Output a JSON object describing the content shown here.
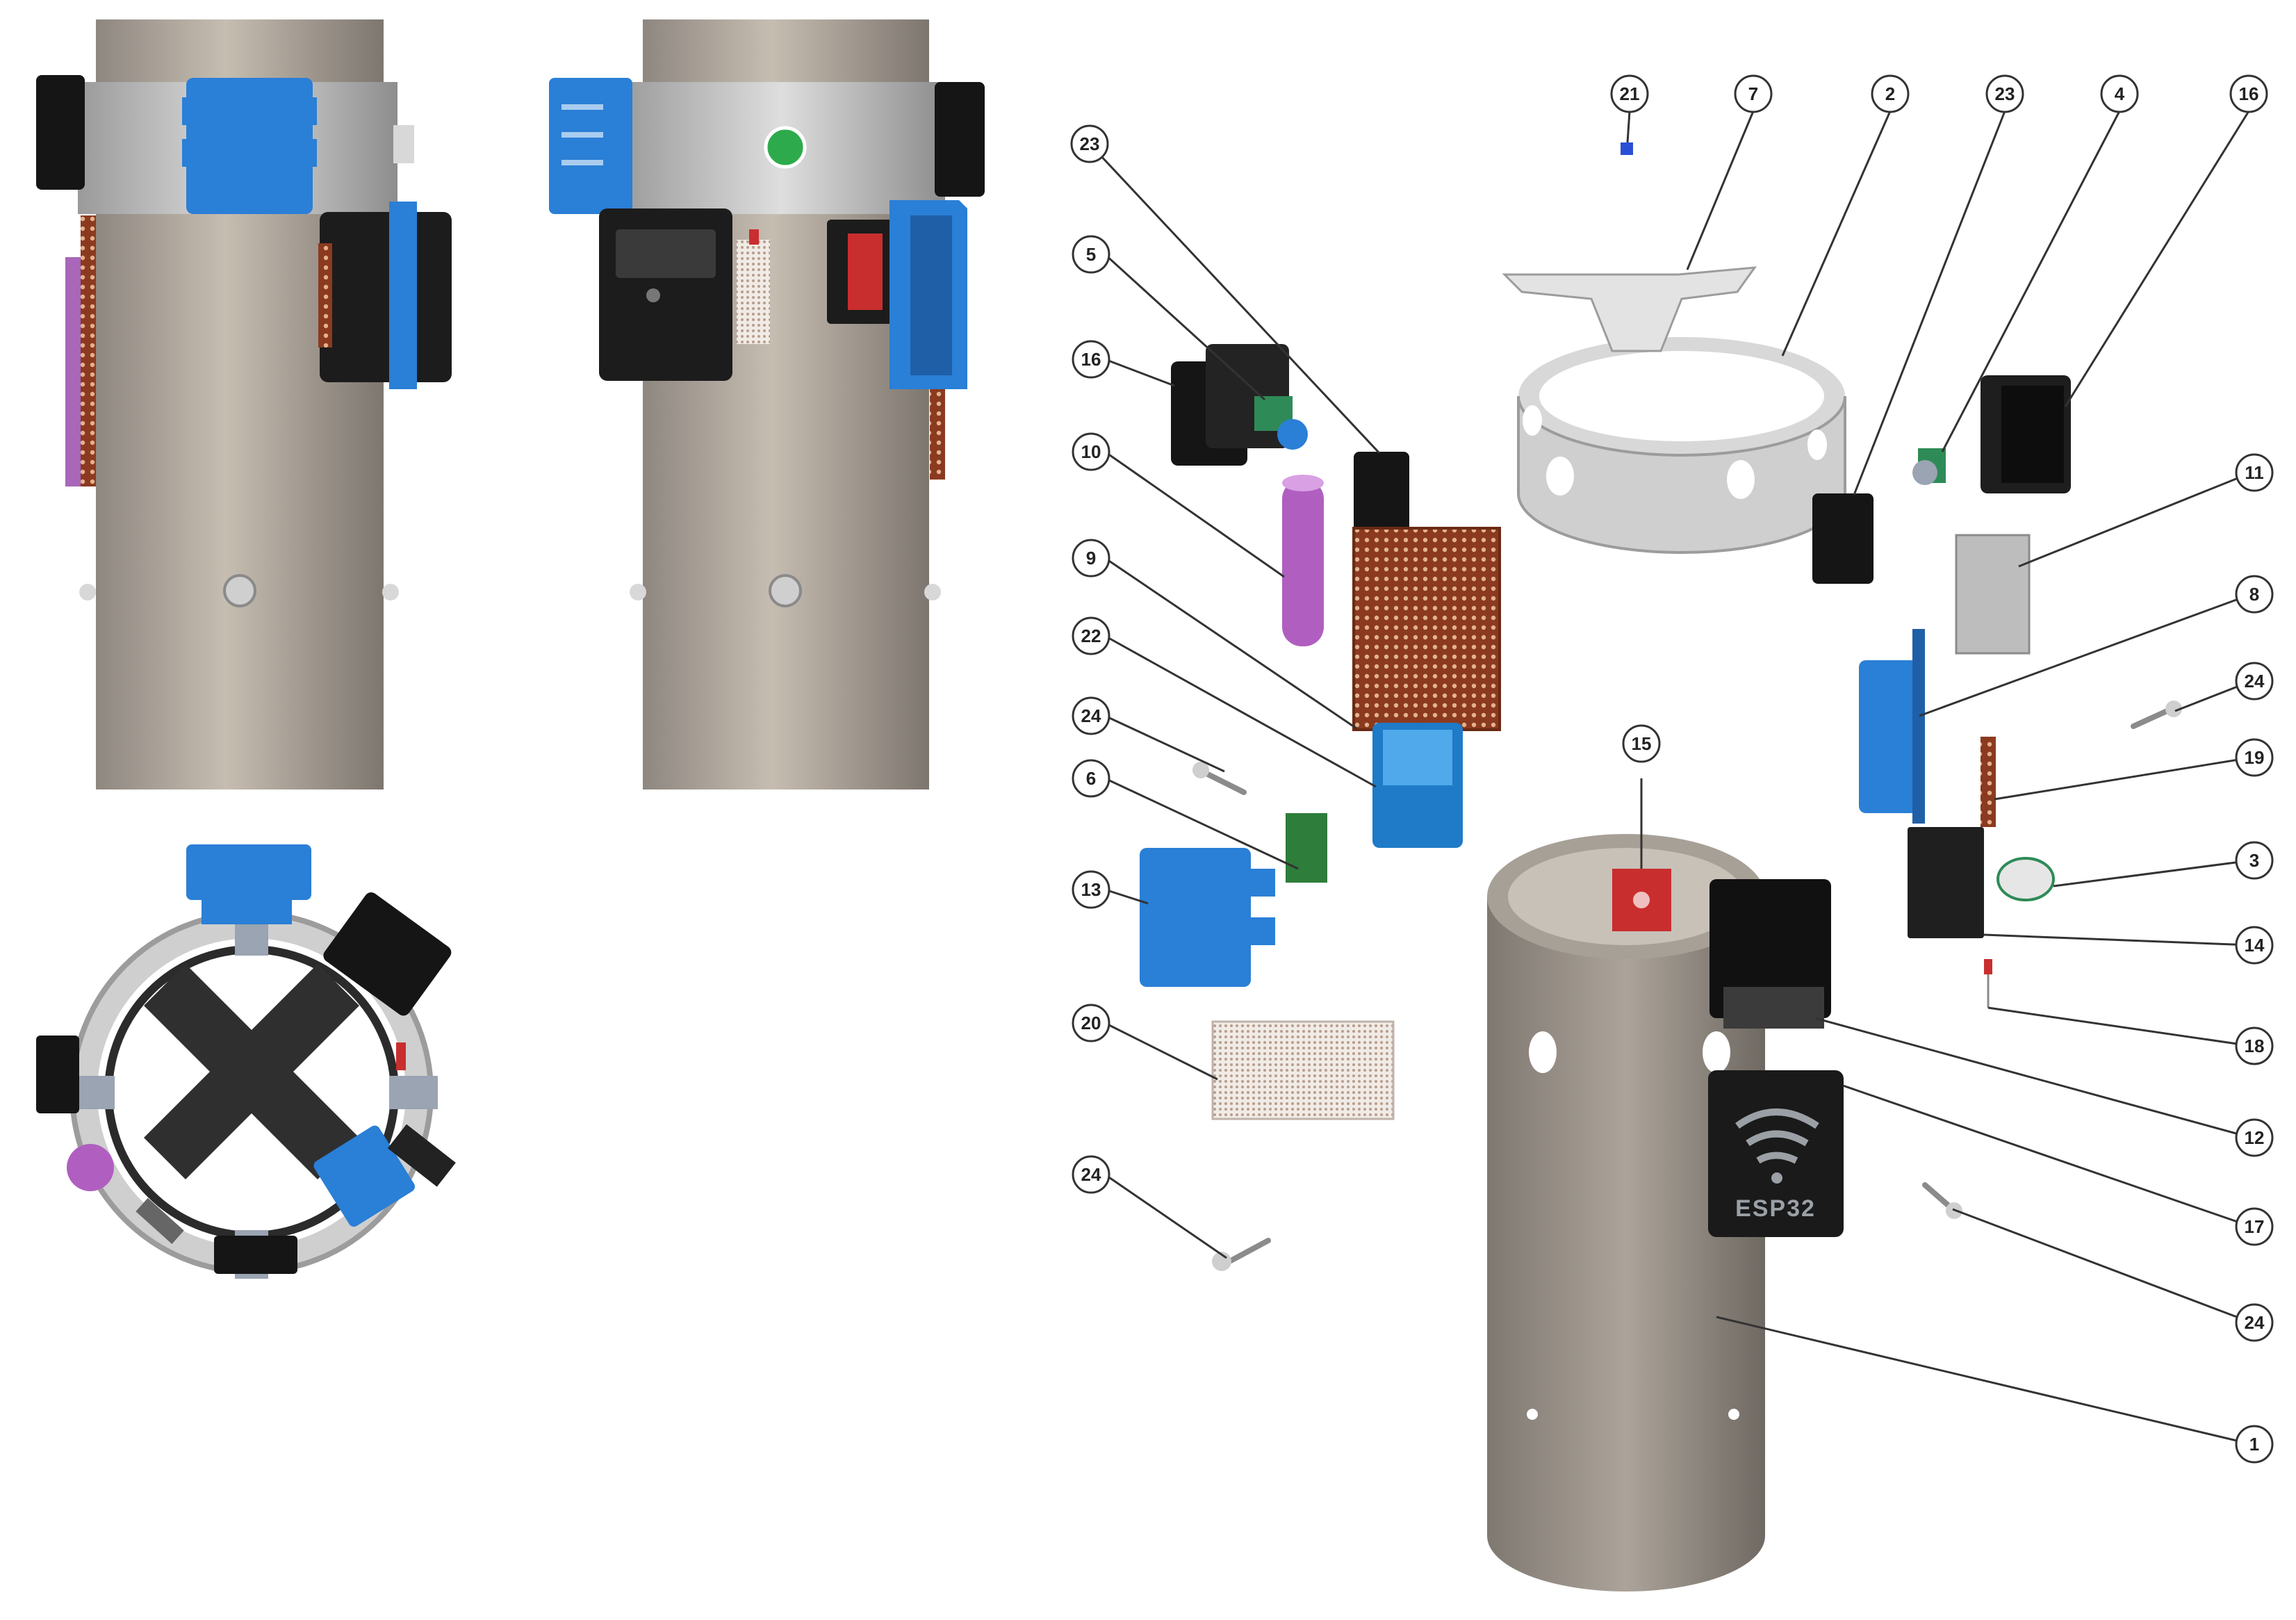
{
  "balloons": [
    {
      "id": "23a",
      "label": "23"
    },
    {
      "id": "5",
      "label": "5"
    },
    {
      "id": "16a",
      "label": "16"
    },
    {
      "id": "10",
      "label": "10"
    },
    {
      "id": "9",
      "label": "9"
    },
    {
      "id": "22",
      "label": "22"
    },
    {
      "id": "24a",
      "label": "24"
    },
    {
      "id": "6",
      "label": "6"
    },
    {
      "id": "13",
      "label": "13"
    },
    {
      "id": "20",
      "label": "20"
    },
    {
      "id": "24b",
      "label": "24"
    },
    {
      "id": "21",
      "label": "21"
    },
    {
      "id": "7",
      "label": "7"
    },
    {
      "id": "2",
      "label": "2"
    },
    {
      "id": "23b",
      "label": "23"
    },
    {
      "id": "4",
      "label": "4"
    },
    {
      "id": "16b",
      "label": "16"
    },
    {
      "id": "11",
      "label": "11"
    },
    {
      "id": "8",
      "label": "8"
    },
    {
      "id": "24c",
      "label": "24"
    },
    {
      "id": "19",
      "label": "19"
    },
    {
      "id": "3",
      "label": "3"
    },
    {
      "id": "14",
      "label": "14"
    },
    {
      "id": "18",
      "label": "18"
    },
    {
      "id": "12",
      "label": "12"
    },
    {
      "id": "17",
      "label": "17"
    },
    {
      "id": "24d",
      "label": "24"
    },
    {
      "id": "1",
      "label": "1"
    },
    {
      "id": "15",
      "label": "15"
    }
  ],
  "esp_label": "ESP32",
  "colors": {
    "tube": "#a49c92",
    "blue": "#2a7fd6",
    "black": "#151515",
    "copper": "#a0522d",
    "purple": "#b05fc0",
    "ring": "#bdbdbd"
  }
}
